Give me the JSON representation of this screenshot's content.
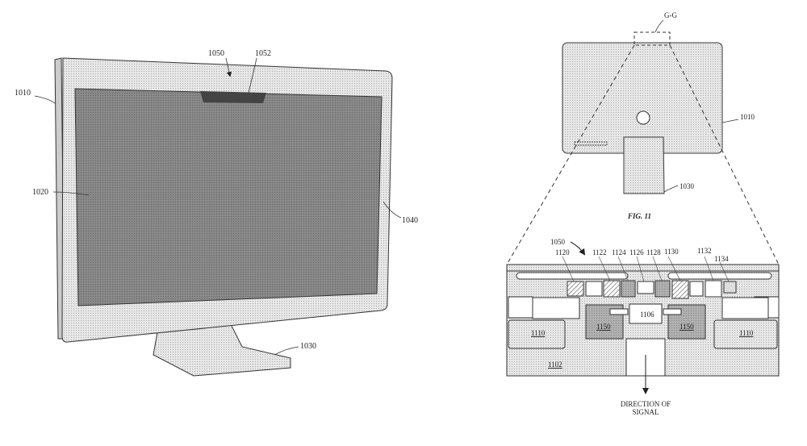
{
  "left_figure": {
    "labels": {
      "display": "1010",
      "screen": "1020",
      "stand": "1030",
      "edge": "1040",
      "camera_region": "1050",
      "notch": "1052"
    }
  },
  "right_figure": {
    "section_mark": "G-G",
    "caption": "FIG. 11",
    "labels": {
      "display": "1010",
      "stand": "1030",
      "camera_region": "1050",
      "c1120": "1120",
      "c1122": "1122",
      "c1124": "1124",
      "c1126": "1126",
      "c1128": "1128",
      "c1130": "1130",
      "c1132": "1132",
      "c1134": "1134",
      "c1106": "1106",
      "c1150a": "1150",
      "c1150b": "1150",
      "c1110a": "1110",
      "c1110b": "1110",
      "c1102": "1102"
    },
    "signal_label_line1": "DIRECTION OF",
    "signal_label_line2": "SIGNAL"
  },
  "colors": {
    "fill_light": "#e4e4e4",
    "fill_dark": "#8e8e8e",
    "line": "#333333"
  }
}
